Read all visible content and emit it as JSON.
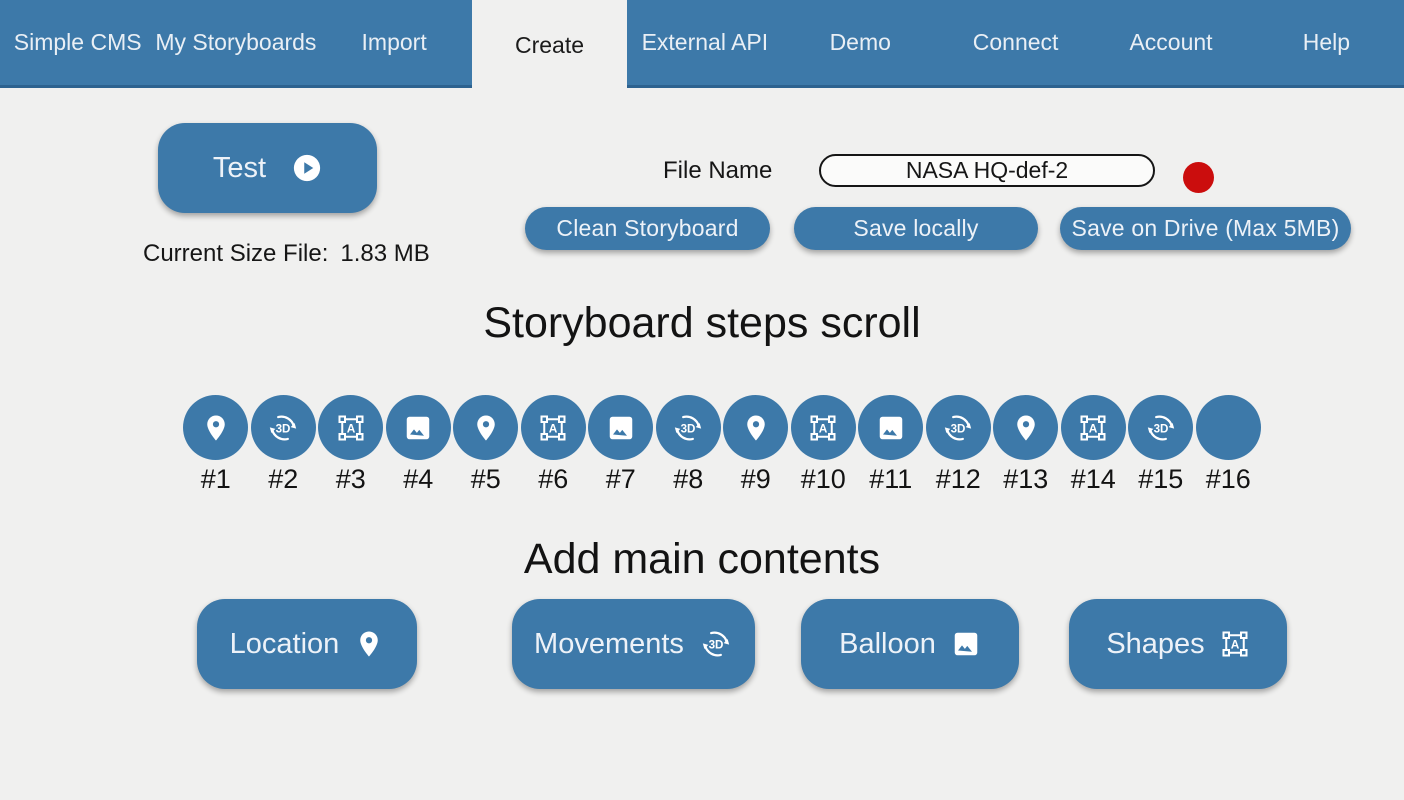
{
  "colors": {
    "primary": "#3d79a9",
    "nav_border": "#2d628f",
    "background": "#f0f0ef",
    "record_red": "#cb0d0d"
  },
  "nav": {
    "items": [
      {
        "label": "Simple CMS",
        "active": false
      },
      {
        "label": "My Storyboards",
        "active": false
      },
      {
        "label": "Import",
        "active": false
      },
      {
        "label": "Create",
        "active": true
      },
      {
        "label": "External API",
        "active": false
      },
      {
        "label": "Demo",
        "active": false
      },
      {
        "label": "Connect",
        "active": false
      },
      {
        "label": "Account",
        "active": false
      },
      {
        "label": "Help",
        "active": false
      }
    ]
  },
  "toolbar": {
    "test_button": "Test",
    "current_size_label": "Current Size File:",
    "current_size_value": "1.83 MB",
    "file_name_label": "File Name",
    "file_name_value": "NASA HQ-def-2",
    "actions": [
      {
        "label": "Clean Storyboard"
      },
      {
        "label": "Save locally"
      },
      {
        "label": "Save on Drive (Max 5MB)"
      }
    ]
  },
  "steps": {
    "title": "Storyboard steps scroll",
    "items": [
      {
        "label": "#1",
        "icon": "location"
      },
      {
        "label": "#2",
        "icon": "3d"
      },
      {
        "label": "#3",
        "icon": "shapes"
      },
      {
        "label": "#4",
        "icon": "image"
      },
      {
        "label": "#5",
        "icon": "location"
      },
      {
        "label": "#6",
        "icon": "shapes"
      },
      {
        "label": "#7",
        "icon": "image"
      },
      {
        "label": "#8",
        "icon": "3d"
      },
      {
        "label": "#9",
        "icon": "location"
      },
      {
        "label": "#10",
        "icon": "shapes"
      },
      {
        "label": "#11",
        "icon": "image"
      },
      {
        "label": "#12",
        "icon": "3d"
      },
      {
        "label": "#13",
        "icon": "location"
      },
      {
        "label": "#14",
        "icon": "shapes"
      },
      {
        "label": "#15",
        "icon": "3d"
      },
      {
        "label": "#16",
        "icon": ""
      }
    ]
  },
  "main_contents": {
    "title": "Add main contents",
    "buttons": [
      {
        "label": "Location",
        "icon": "location"
      },
      {
        "label": "Movements",
        "icon": "3d"
      },
      {
        "label": "Balloon",
        "icon": "image"
      },
      {
        "label": "Shapes",
        "icon": "shapes"
      }
    ]
  }
}
